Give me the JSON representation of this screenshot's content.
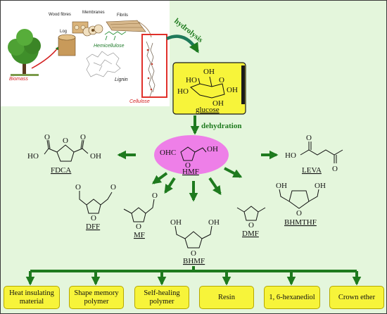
{
  "biomass_panel": {
    "wood_fibres": "Wood fibres",
    "membranes": "Membranes",
    "fibrils": "Fibrils",
    "log": "Log",
    "biomass": "Biomass",
    "hemicellulose": "Hemicellulose",
    "lignin": "Lignin",
    "cellulose": "Cellulose"
  },
  "steps": {
    "hydrolysis": "hydrolysis",
    "dehydration": "dehydration"
  },
  "glucose": {
    "name": "glucose",
    "atoms": {
      "oh_top": "OH",
      "ho1": "HO",
      "ho2": "HO",
      "o_ring": "O",
      "oh_right": "OH",
      "oh_bottom": "OH"
    }
  },
  "hmf": {
    "name": "HMF",
    "left_group": "OHC",
    "right_group": "OH",
    "ring_o": "O"
  },
  "products": {
    "fdca": {
      "name": "FDCA",
      "ho": "HO",
      "oh": "OH",
      "o1": "O",
      "o2": "O",
      "o_ring": "O"
    },
    "levA": {
      "name": "LEVA",
      "ho": "HO",
      "o1": "O",
      "o2": "O"
    },
    "dff": {
      "name": "DFF",
      "o1": "O",
      "o2": "O",
      "o_ring": "O"
    },
    "mf": {
      "name": "MF",
      "o1": "O",
      "o_ring": "O"
    },
    "bhmf": {
      "name": "BHMF",
      "oh1": "OH",
      "oh2": "OH",
      "o_ring": "O"
    },
    "dmf": {
      "name": "DMF",
      "o_ring": "O"
    },
    "bhmthf": {
      "name": "BHMTHF",
      "oh1": "OH",
      "oh2": "OH",
      "o_ring": "O"
    }
  },
  "applications": [
    "Heat insulating material",
    "Shape memory polymer",
    "Self-healing polymer",
    "Resin",
    "1, 6-hexanediol",
    "Crown ether"
  ],
  "colors": {
    "arrow": "#1e7a1e",
    "background": "#e4f6dc",
    "highlight": "#f7f43a",
    "hmf_ellipse": "#ee7fe8",
    "red": "#e0302a"
  }
}
